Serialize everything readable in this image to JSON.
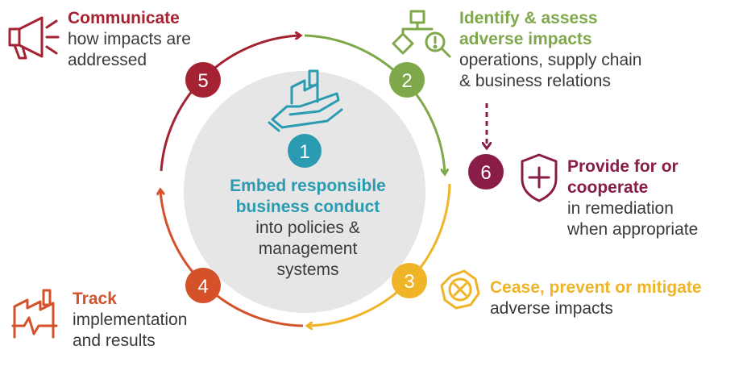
{
  "colors": {
    "teal": "#2a9bb0",
    "green": "#7ea84a",
    "yellow": "#f0b429",
    "orange": "#d4512a",
    "red": "#a52232",
    "maroon": "#8a1c48",
    "center_bg": "#e6e6e6"
  },
  "steps": {
    "s1": {
      "num": "1",
      "title1": "Embed responsible",
      "title2": "business conduct",
      "body1": "into policies &",
      "body2": "management",
      "body3": "systems",
      "icon": "hand-factory-icon"
    },
    "s2": {
      "num": "2",
      "title1": "Identify & assess",
      "title2": "adverse impacts",
      "body1": "operations, supply chain",
      "body2": "& business relations",
      "icon": "flowchart-magnifier-icon"
    },
    "s3": {
      "num": "3",
      "title1": "Cease, prevent or mitigate",
      "body1": "adverse impacts",
      "icon": "cross-octagon-icon"
    },
    "s4": {
      "num": "4",
      "title1": "Track",
      "body1": "implementation",
      "body2": "and results",
      "icon": "factory-pulse-icon"
    },
    "s5": {
      "num": "5",
      "title1": "Communicate",
      "body1": "how impacts are",
      "body2": "addressed",
      "icon": "megaphone-icon"
    },
    "s6": {
      "num": "6",
      "title1": "Provide for or",
      "title2": "cooperate",
      "body1": "in remediation",
      "body2": "when appropriate",
      "icon": "shield-plus-icon"
    }
  }
}
